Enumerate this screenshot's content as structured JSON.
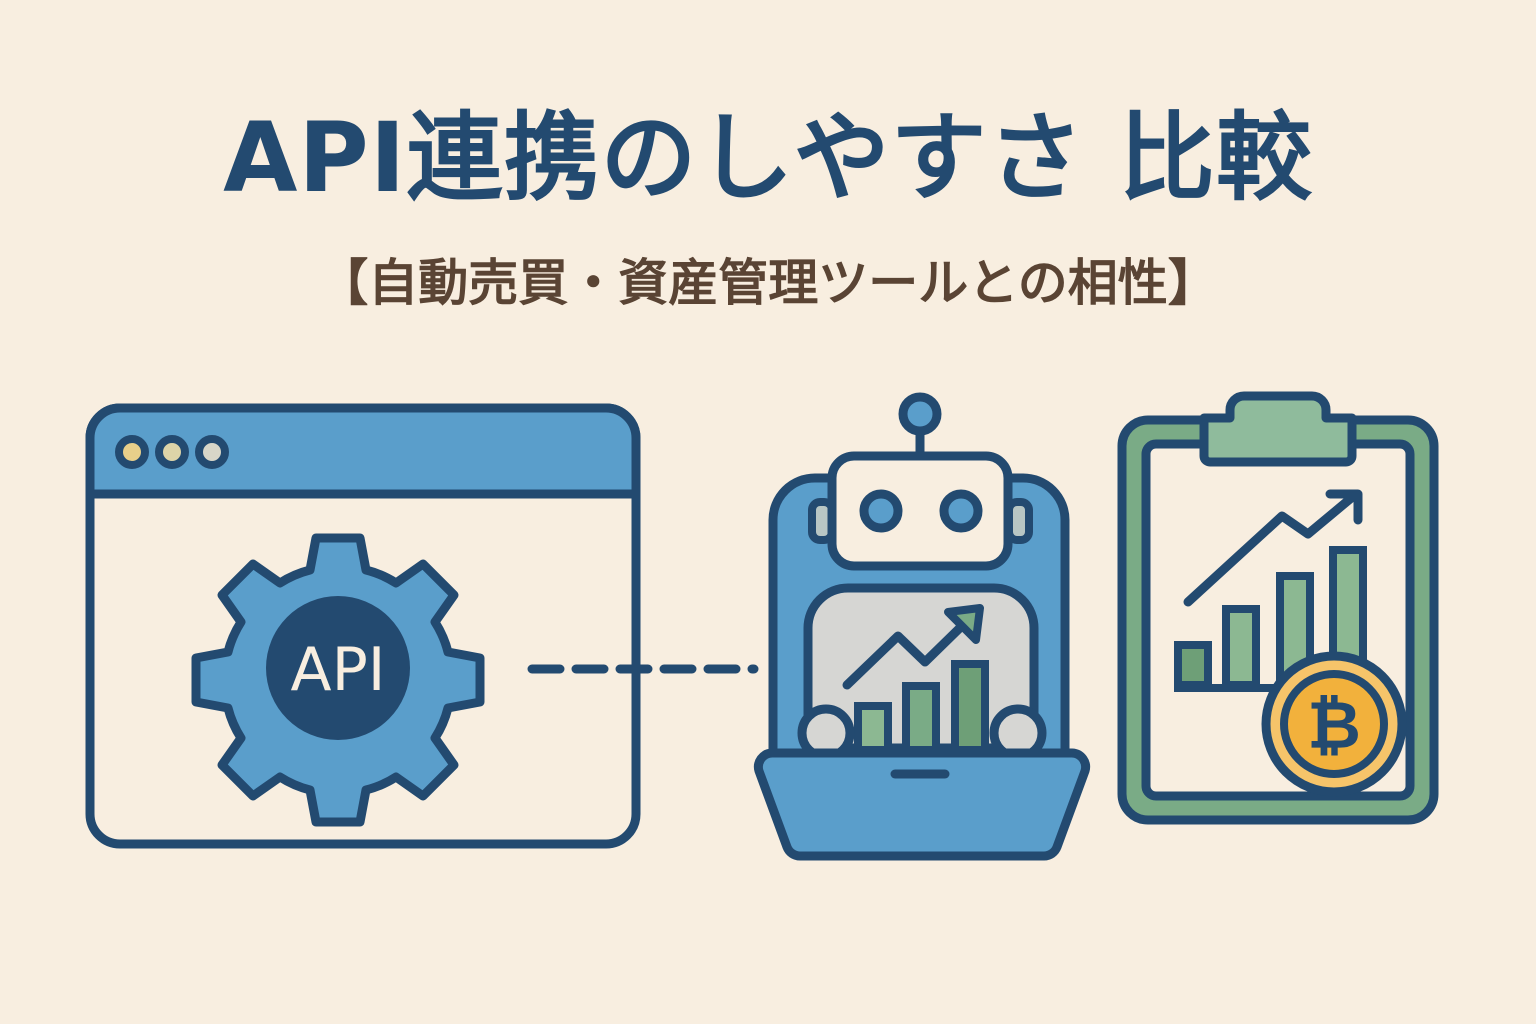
{
  "header": {
    "title": "API連携のしやすさ 比較",
    "subtitle": "【自動売買・資産管理ツールとの相性】"
  },
  "illustrations": {
    "browser": {
      "gear_label": "API",
      "window_dots": 3
    },
    "robot": {
      "chart_bars": 3
    },
    "clipboard": {
      "chart_bars": 4,
      "coin_symbol": "₿"
    }
  },
  "colors": {
    "background": "#f8eee0",
    "navy": "#234a70",
    "blue": "#5a9ecb",
    "green": "#7aab86",
    "gold": "#f2b13c",
    "brown": "#5a4434"
  }
}
